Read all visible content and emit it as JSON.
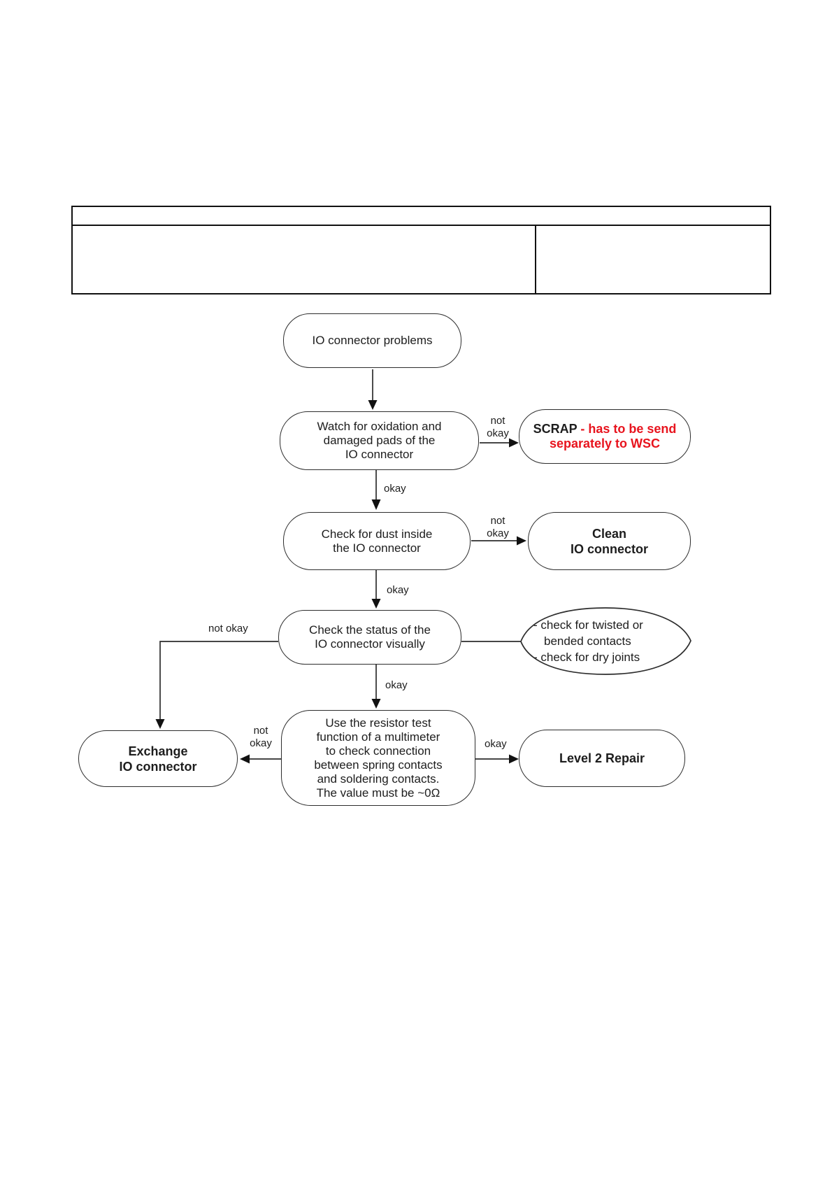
{
  "document": {
    "table": {
      "header": "",
      "left_cell": "",
      "right_cell": ""
    }
  },
  "colors": {
    "line": "#2d2d2d",
    "text": "#1d1d1d",
    "alert_red": "#e8141e"
  },
  "flowchart": {
    "nodes": {
      "start": {
        "label": "IO connector problems"
      },
      "oxidation": {
        "lines": [
          "Watch for oxidation and",
          "damaged pads of the",
          "IO connector"
        ]
      },
      "scrap": {
        "prefix": "SCRAP",
        "line1_rest": " - has to be send",
        "line2": "separately to WSC"
      },
      "dust": {
        "lines": [
          "Check for dust inside",
          "the IO connector"
        ]
      },
      "clean": {
        "lines": [
          "Clean",
          "IO connector"
        ]
      },
      "status": {
        "lines": [
          "Check the status of the",
          "IO connector visually"
        ]
      },
      "note": {
        "lines": [
          "- check for twisted or",
          "bended contacts",
          "- check for dry joints"
        ]
      },
      "exchange": {
        "lines": [
          "Exchange",
          "IO connector"
        ]
      },
      "multimeter": {
        "lines": [
          "Use the resistor test",
          "function of a multimeter",
          "to check connection",
          "between spring contacts",
          "and soldering contacts.",
          "The value must be ~0Ω"
        ]
      },
      "level2": {
        "label": "Level 2 Repair"
      }
    },
    "edge_labels": {
      "oxidation_scrap": [
        "not",
        "okay"
      ],
      "oxidation_dust": "okay",
      "dust_clean": [
        "not",
        "okay"
      ],
      "dust_status": "okay",
      "status_exchange": "not okay",
      "status_multimeter": "okay",
      "multimeter_exchange": [
        "not",
        "okay"
      ],
      "multimeter_level2": "okay"
    }
  }
}
